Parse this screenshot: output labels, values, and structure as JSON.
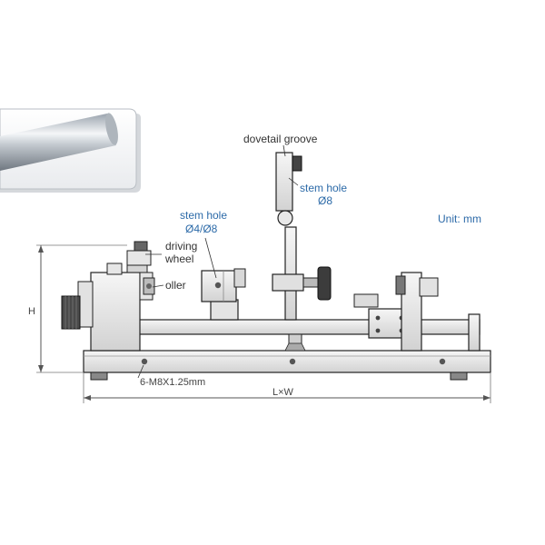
{
  "labels": {
    "dovetail_groove": "dovetail groove",
    "stem_hole_top": "stem hole",
    "stem_hole_top_size": "Ø8",
    "stem_hole_left": "stem hole",
    "stem_hole_left_size": "Ø4/Ø8",
    "driving_wheel_1": "driving",
    "driving_wheel_2": "wheel",
    "roller": "oller",
    "unit": "Unit: mm",
    "height": "H",
    "length_width": "L×W",
    "mount_holes": "6-M8X1.25mm"
  },
  "colors": {
    "callout_blue": "#2c6aa8",
    "metal_light": "#eeeeee",
    "metal_mid": "#c8c8c8",
    "outline": "#222222"
  }
}
